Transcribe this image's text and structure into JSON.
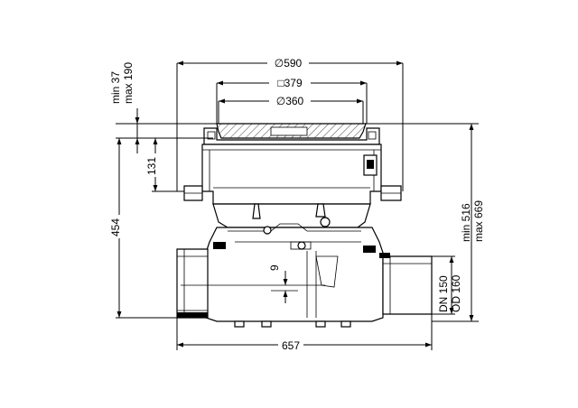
{
  "dimensions": {
    "diameter_590": "∅590",
    "square_379": "□379",
    "diameter_360": "∅360",
    "height_131": "131",
    "height_454": "454",
    "offset_9": "9",
    "width_657": "657",
    "frame_min": "min 37",
    "frame_max": "max 190",
    "total_min": "min 516",
    "total_max": "max 669",
    "pipe_dn": "DN 150",
    "pipe_od": "OD 160"
  }
}
